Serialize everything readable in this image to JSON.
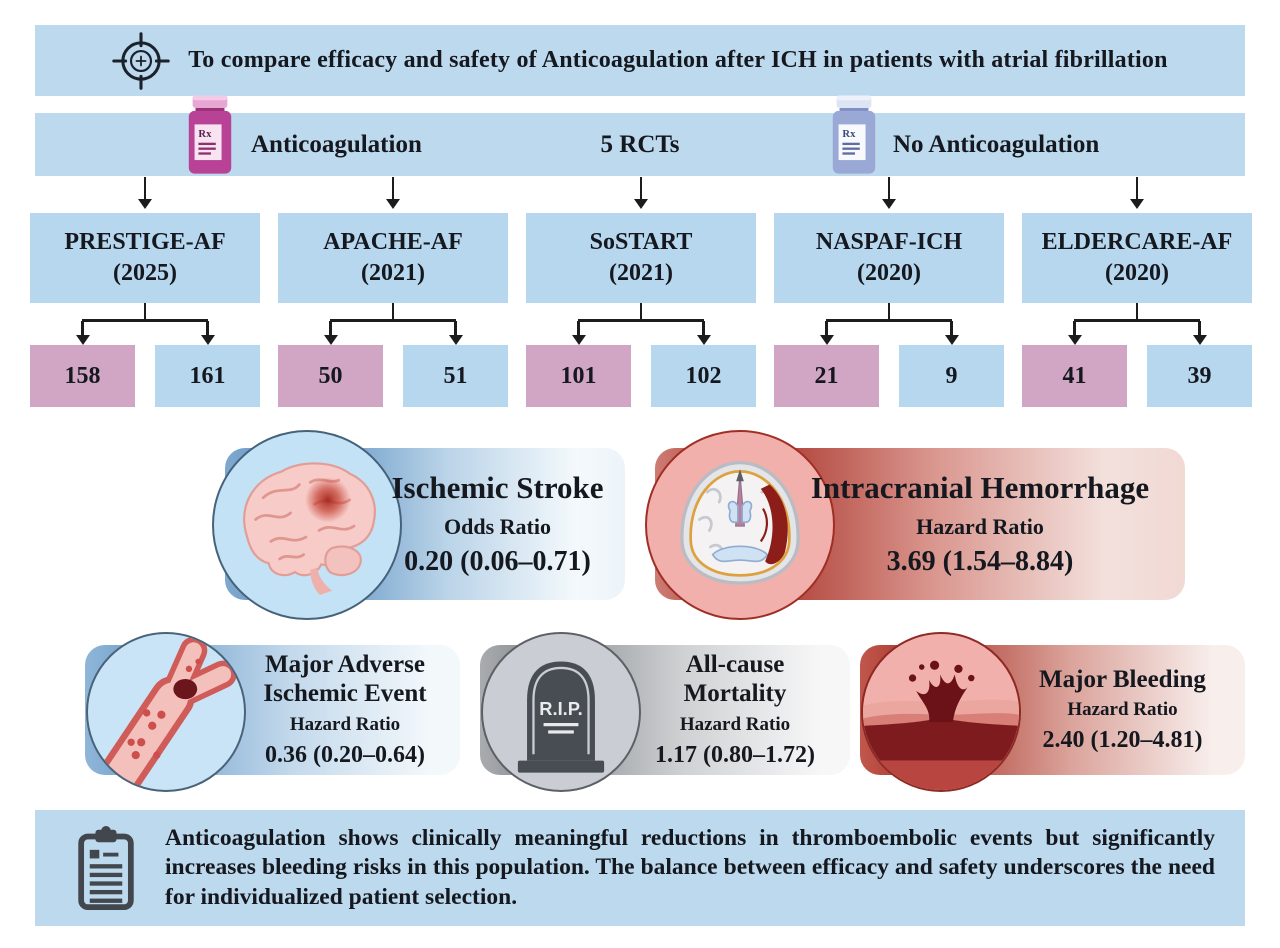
{
  "objective": {
    "text": "To compare efficacy and safety of Anticoagulation after ICH in patients with atrial fibrillation"
  },
  "arms": {
    "left": "Anticoagulation",
    "center": "5 RCTs",
    "right": "No Anticoagulation"
  },
  "trials": [
    {
      "name": "PRESTIGE-AF",
      "year": "(2025)",
      "anticoagulation_n": "158",
      "no_anticoagulation_n": "161"
    },
    {
      "name": "APACHE-AF",
      "year": "(2021)",
      "anticoagulation_n": "50",
      "no_anticoagulation_n": "51"
    },
    {
      "name": "SoSTART",
      "year": "(2021)",
      "anticoagulation_n": "101",
      "no_anticoagulation_n": "102"
    },
    {
      "name": "NASPAF-ICH",
      "year": "(2020)",
      "anticoagulation_n": "21",
      "no_anticoagulation_n": "9"
    },
    {
      "name": "ELDERCARE-AF",
      "year": "(2020)",
      "anticoagulation_n": "41",
      "no_anticoagulation_n": "39"
    }
  ],
  "outcomes": {
    "ischemic_stroke": {
      "title": "Ischemic Stroke",
      "measure": "Odds Ratio",
      "value": "0.20 (0.06–0.71)"
    },
    "intracranial_hemorrhage": {
      "title": "Intracranial Hemorrhage",
      "measure": "Hazard Ratio",
      "value": "3.69 (1.54–8.84)"
    },
    "major_adverse_ischemic_event": {
      "title": "Major Adverse Ischemic Event",
      "measure": "Hazard Ratio",
      "value": "0.36 (0.20–0.64)"
    },
    "all_cause_mortality": {
      "title": "All-cause Mortality",
      "measure": "Hazard Ratio",
      "value": "1.17 (0.80–1.72)"
    },
    "major_bleeding": {
      "title": "Major Bleeding",
      "measure": "Hazard Ratio",
      "value": "2.40 (1.20–4.81)"
    }
  },
  "conclusion": {
    "text": "Anticoagulation shows clinically meaningful reductions in thromboembolic events but significantly increases bleeding risks in this population. The balance between efficacy and safety underscores the need for individualized patient selection."
  },
  "icons": {
    "target": "target-icon",
    "pill_bottle_pink": "pink pill bottle",
    "pill_bottle_blue": "blue pill bottle",
    "rx_label": "Rx",
    "rip_label": "R.I.P.",
    "clipboard": "clipboard note"
  },
  "colors": {
    "banner_blue": "#bdd9ee",
    "box_blue": "#b7d7ee",
    "box_pink": "#d1a6c4",
    "text_dark": "#15181e",
    "stroke_blue": "#5a8fc0",
    "hemorrhage_red": "#a83228",
    "mortality_gray": "#878b8f",
    "pill_pink": "#b84296",
    "pill_blue": "#9aa8d6"
  }
}
